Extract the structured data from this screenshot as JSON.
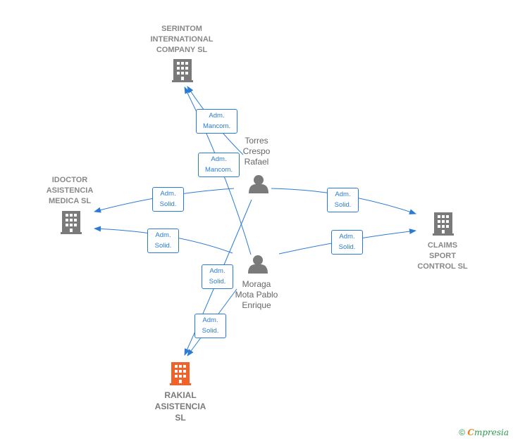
{
  "colors": {
    "edge": "#2b7bd6",
    "company_icon": "#7a7a7a",
    "main_company_icon": "#f0622a",
    "person_icon": "#7a7a7a"
  },
  "nodes": {
    "serintom": {
      "lines": [
        "SERINTOM",
        "INTERNATIONAL",
        "COMPANY SL"
      ],
      "icon": "building-icon"
    },
    "idoctor": {
      "lines": [
        "IDOCTOR",
        "ASISTENCIA",
        "MEDICA  SL"
      ],
      "icon": "building-icon"
    },
    "claims": {
      "lines": [
        "CLAIMS",
        "SPORT",
        "CONTROL  SL"
      ],
      "icon": "building-icon"
    },
    "rakial": {
      "lines": [
        "RAKIAL",
        "ASISTENCIA",
        "SL"
      ],
      "icon": "building-icon"
    },
    "torres": {
      "lines": [
        "Torres",
        "Crespo",
        "Rafael"
      ],
      "icon": "person-icon"
    },
    "moraga": {
      "lines": [
        "Moraga",
        "Mota Pablo",
        "Enrique"
      ],
      "icon": "person-icon"
    }
  },
  "edges": [
    {
      "from": "torres",
      "to": "serintom",
      "lines": [
        "Adm.",
        "Mancom."
      ]
    },
    {
      "from": "moraga",
      "to": "serintom",
      "lines": [
        "Adm.",
        "Mancom."
      ]
    },
    {
      "from": "torres",
      "to": "idoctor",
      "lines": [
        "Adm.",
        "Solid."
      ]
    },
    {
      "from": "moraga",
      "to": "idoctor",
      "lines": [
        "Adm.",
        "Solid."
      ]
    },
    {
      "from": "torres",
      "to": "claims",
      "lines": [
        "Adm.",
        "Solid."
      ]
    },
    {
      "from": "moraga",
      "to": "claims",
      "lines": [
        "Adm.",
        "Solid."
      ]
    },
    {
      "from": "torres",
      "to": "rakial",
      "lines": [
        "Adm.",
        "Solid."
      ]
    },
    {
      "from": "moraga",
      "to": "rakial",
      "lines": [
        "Adm.",
        "Solid."
      ]
    }
  ],
  "footer": {
    "copyright": "©",
    "brand_first": "C",
    "brand_rest": "mpresia"
  }
}
